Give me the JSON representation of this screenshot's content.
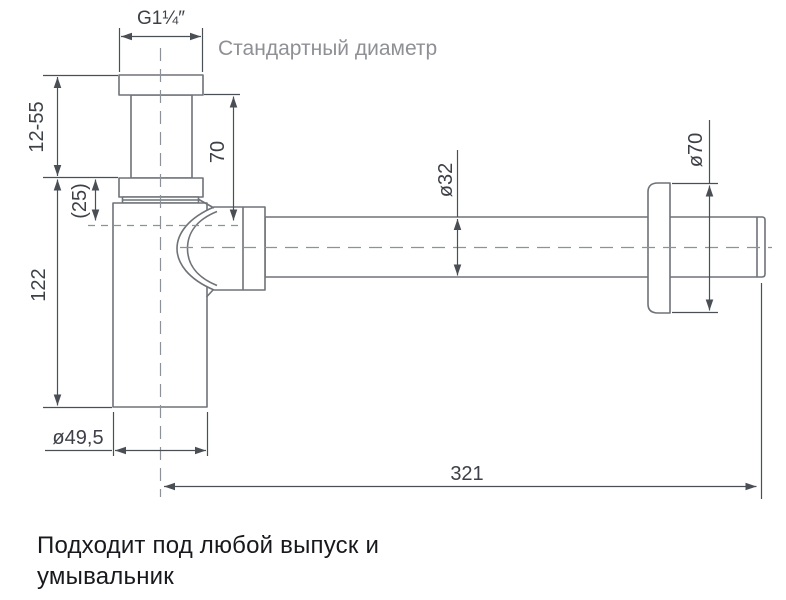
{
  "drawing": {
    "title_note": {
      "standard_diameter": "Стандартный диаметр"
    },
    "labels": {
      "thread": "G1¼″",
      "height_range": "12-55",
      "inset": "(25)",
      "body_height": "122",
      "inlet_depth": "70",
      "pipe_diameter": "ø32",
      "flange_diameter": "ø70",
      "cup_diameter": "ø49,5",
      "length": "321"
    },
    "colors": {
      "part_line": "#6e7378",
      "dimension_line": "#4a4f55",
      "centerline": "#8d9298",
      "dimension_text": "#3d4147",
      "muted_text": "#8f9095",
      "caption_text": "#17191d",
      "background": "#ffffff"
    }
  },
  "caption": {
    "line1": "Подходит под любой выпуск и",
    "line2": "умывальник"
  }
}
